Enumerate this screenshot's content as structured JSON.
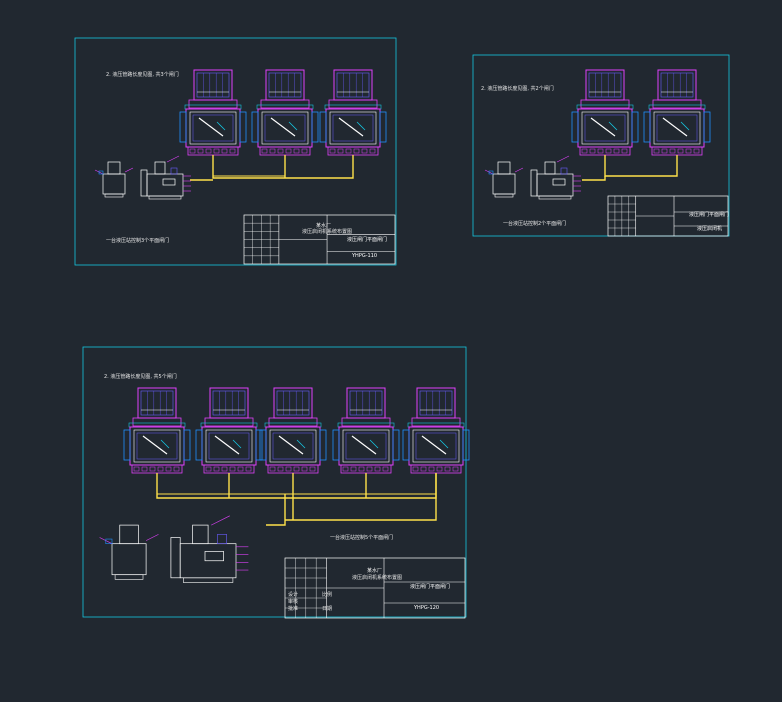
{
  "colors": {
    "background": "#212830",
    "sheet_border": "#15c6e0",
    "equipment_frame": "#e040fb",
    "equipment_inner": "#6a5cff",
    "pipe": "#ffe14a",
    "side_frame": "#1e8fff",
    "text": "#e8e8e8"
  },
  "sheets": [
    {
      "note": "2. 液压管路长度见图, 共3个闸门",
      "caption": "一台液压站控制3个平面闸门",
      "title_company": "某水厂",
      "title_project": "液压启闭机系统布置图",
      "title_drawing": "液压闸门平面闸门",
      "drawing_no": "YHPG-110",
      "gate_count": "3"
    },
    {
      "note": "2. 液压管路长度见图, 共2个闸门",
      "caption": "一台液压站控制2个平面闸门",
      "title_drawing": "液压闸门平面闸门",
      "title_stamp": "液压启闭机",
      "gate_count": "2"
    },
    {
      "note": "2. 液压管路长度见图, 共5个闸门",
      "caption": "一台液压站控制5个平面闸门",
      "title_company": "某水厂",
      "title_project": "液压启闭机系统布置图",
      "title_drawing": "液压闸门平面闸门",
      "drawing_no": "YHPG-120",
      "table_labels": [
        "设计",
        "审核",
        "批准",
        "比例",
        "日期"
      ],
      "gate_count": "5"
    }
  ]
}
